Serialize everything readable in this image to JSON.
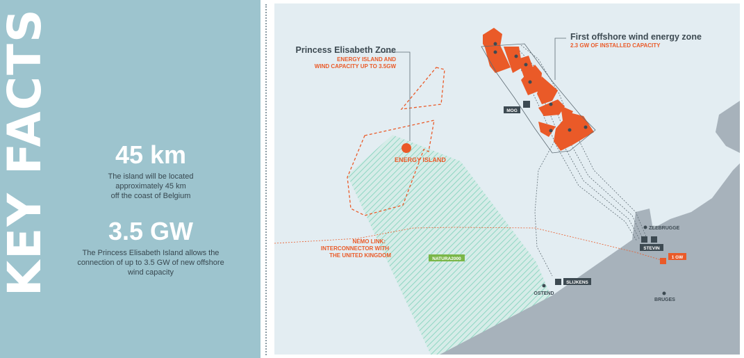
{
  "key_facts": {
    "title": "KEY FACTS",
    "stats": [
      {
        "value": "45 km",
        "description": "The island will be located approximately 45 km off the coast of Belgium",
        "desc_lines": [
          "The island will be located",
          "approximately 45 km",
          "off the coast of Belgium"
        ]
      },
      {
        "value": "3.5 GW",
        "description": "The Princess Elisabeth Island allows the connection of up to 3.5 GW of new offshore wind capacity",
        "desc_lines": [
          "The Princess Elisabeth Island allows the",
          "connection of up to 3.5 GW of new offshore",
          "wind capacity"
        ]
      }
    ]
  },
  "map": {
    "colors": {
      "sea": "#e3edf2",
      "land": "#a7b2bb",
      "accent": "#ea5a28",
      "natura": "#8ed6c2",
      "natura_label_bg": "#7ab648",
      "station_bg": "#3d4a52",
      "text_dark": "#3d4a52"
    },
    "pe_zone": {
      "title": "Princess Elisabeth Zone",
      "subtitle_lines": [
        "ENERGY ISLAND AND",
        "WIND CAPACITY UP TO 3.5GW"
      ]
    },
    "first_zone": {
      "title": "First offshore wind energy zone",
      "subtitle": "2.3 GW OF INSTALLED CAPACITY"
    },
    "energy_island": "ENERGY ISLAND",
    "nemo_link_lines": [
      "NEMO LINK:",
      "INTERCONNECTOR WITH",
      "THE UNITED KINGDOM"
    ],
    "natura": "NATURA2000",
    "stations": {
      "mog": "MOG",
      "stevin": "STEVIN",
      "slijkens": "SLIJKENS",
      "gw": "1 GW"
    },
    "places": {
      "zeebrugge": "ZEEBRUGGE",
      "ostend": "OSTEND",
      "bruges": "BRUGES"
    }
  }
}
